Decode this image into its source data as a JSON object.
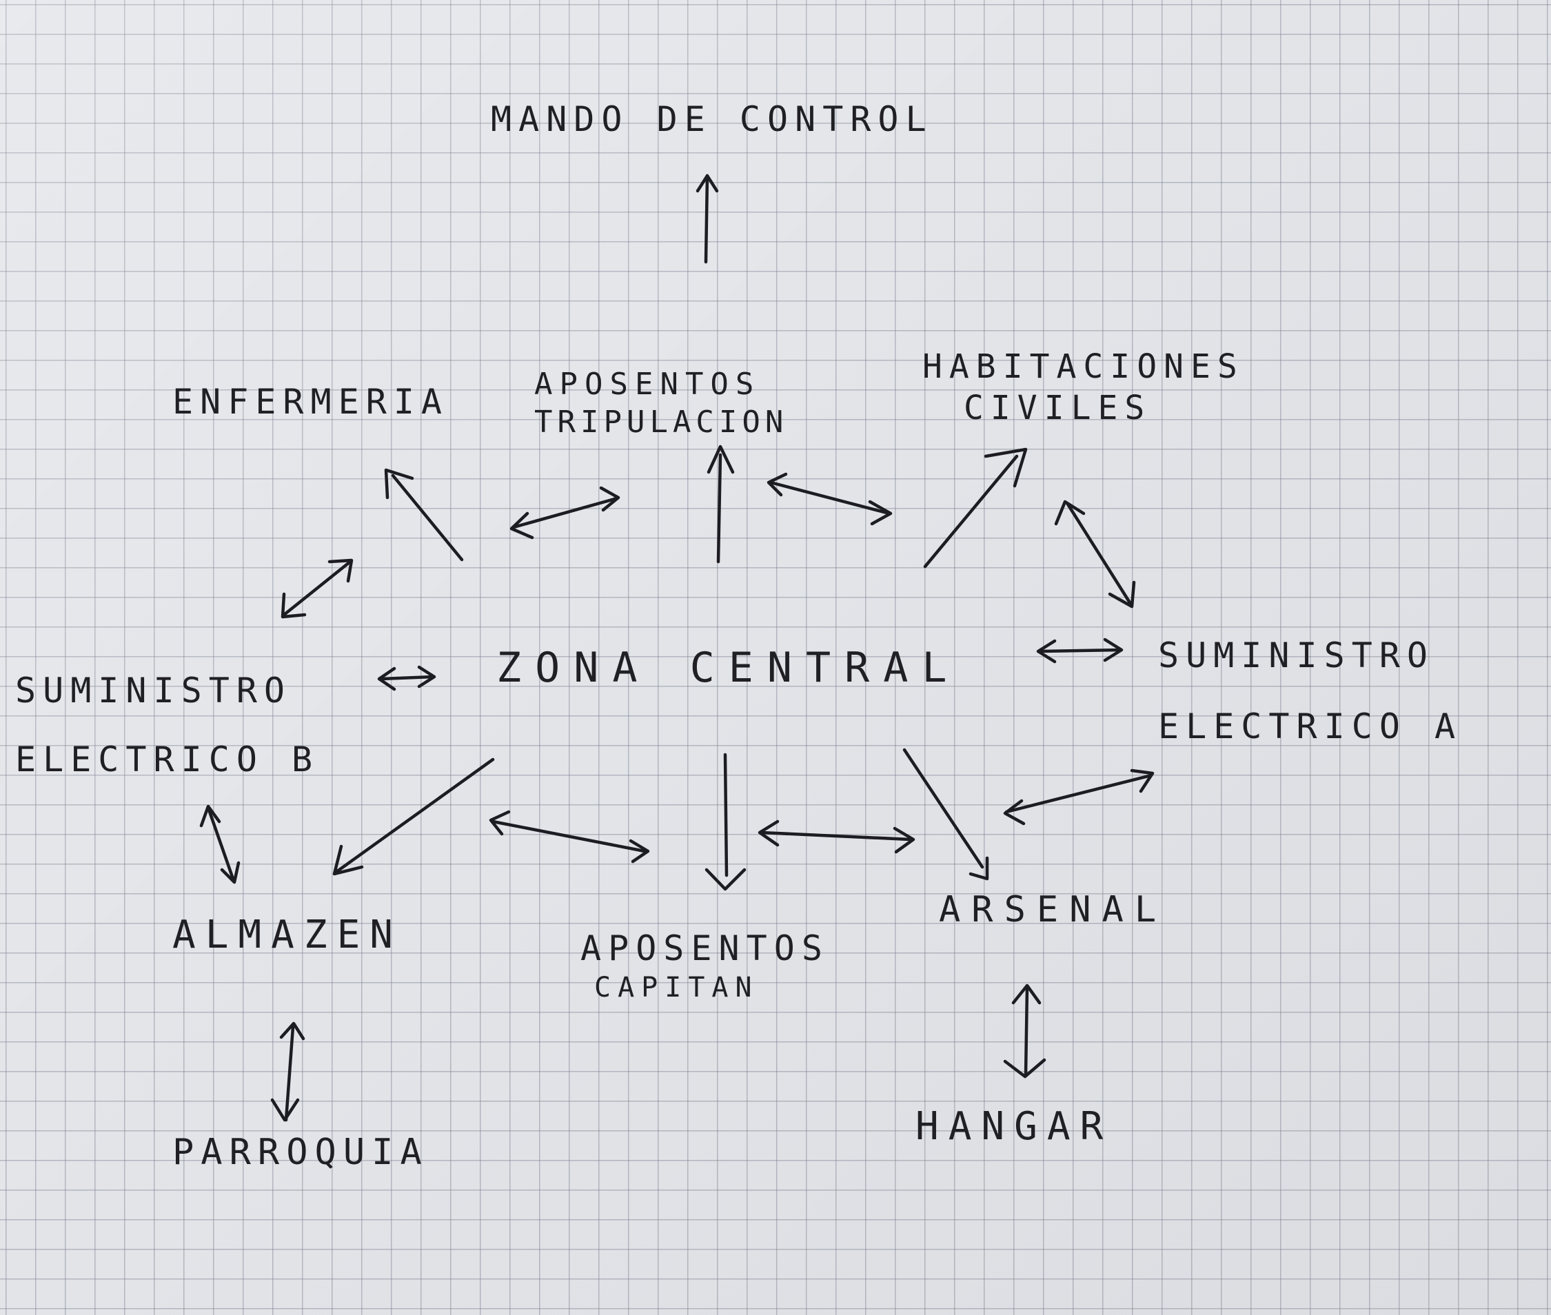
{
  "diagram": {
    "nodes": {
      "mando_control": {
        "lines": [
          "MANDO DE CONTROL"
        ]
      },
      "enfermeria": {
        "lines": [
          "ENFERMERIA"
        ]
      },
      "aposentos_tripulacion": {
        "lines": [
          "APOSENTOS",
          "TRIPULACION"
        ]
      },
      "habitaciones_civiles": {
        "lines": [
          "HABITACIONES",
          "CIVILES"
        ]
      },
      "suministro_b": {
        "lines": [
          "SUMINISTRO",
          "ELECTRICO B"
        ]
      },
      "zona_central": {
        "lines": [
          "ZONA CENTRAL"
        ]
      },
      "suministro_a": {
        "lines": [
          "SUMINISTRO",
          "ELECTRICO A"
        ]
      },
      "almazen": {
        "lines": [
          "ALMAZEN"
        ]
      },
      "aposentos_capitan": {
        "lines": [
          "APOSENTOS",
          "CAPITAN"
        ]
      },
      "arsenal": {
        "lines": [
          "ARSENAL"
        ]
      },
      "parroquia": {
        "lines": [
          "PARROQUIA"
        ]
      },
      "hangar": {
        "lines": [
          "HANGAR"
        ]
      }
    },
    "edges": [
      {
        "from": "zona_central",
        "to": "mando_control",
        "direction": "to"
      },
      {
        "from": "zona_central",
        "to": "enfermeria",
        "direction": "to"
      },
      {
        "from": "zona_central",
        "to": "aposentos_tripulacion",
        "direction": "to"
      },
      {
        "from": "zona_central",
        "to": "habitaciones_civiles",
        "direction": "to"
      },
      {
        "from": "zona_central",
        "to": "almazen",
        "direction": "to"
      },
      {
        "from": "zona_central",
        "to": "aposentos_capitan",
        "direction": "to"
      },
      {
        "from": "zona_central",
        "to": "arsenal",
        "direction": "to"
      },
      {
        "from": "zona_central",
        "to": "suministro_b",
        "direction": "both"
      },
      {
        "from": "zona_central",
        "to": "suministro_a",
        "direction": "both"
      },
      {
        "from": "enfermeria",
        "to": "aposentos_tripulacion",
        "direction": "both"
      },
      {
        "from": "aposentos_tripulacion",
        "to": "habitaciones_civiles",
        "direction": "both"
      },
      {
        "from": "suministro_b",
        "to": "enfermeria",
        "direction": "both"
      },
      {
        "from": "habitaciones_civiles",
        "to": "suministro_a",
        "direction": "both"
      },
      {
        "from": "suministro_b",
        "to": "almazen",
        "direction": "both"
      },
      {
        "from": "almazen",
        "to": "aposentos_capitan",
        "direction": "both"
      },
      {
        "from": "aposentos_capitan",
        "to": "arsenal",
        "direction": "both"
      },
      {
        "from": "arsenal",
        "to": "suministro_a",
        "direction": "both"
      },
      {
        "from": "almazen",
        "to": "parroquia",
        "direction": "both"
      },
      {
        "from": "arsenal",
        "to": "hangar",
        "direction": "both"
      }
    ]
  }
}
